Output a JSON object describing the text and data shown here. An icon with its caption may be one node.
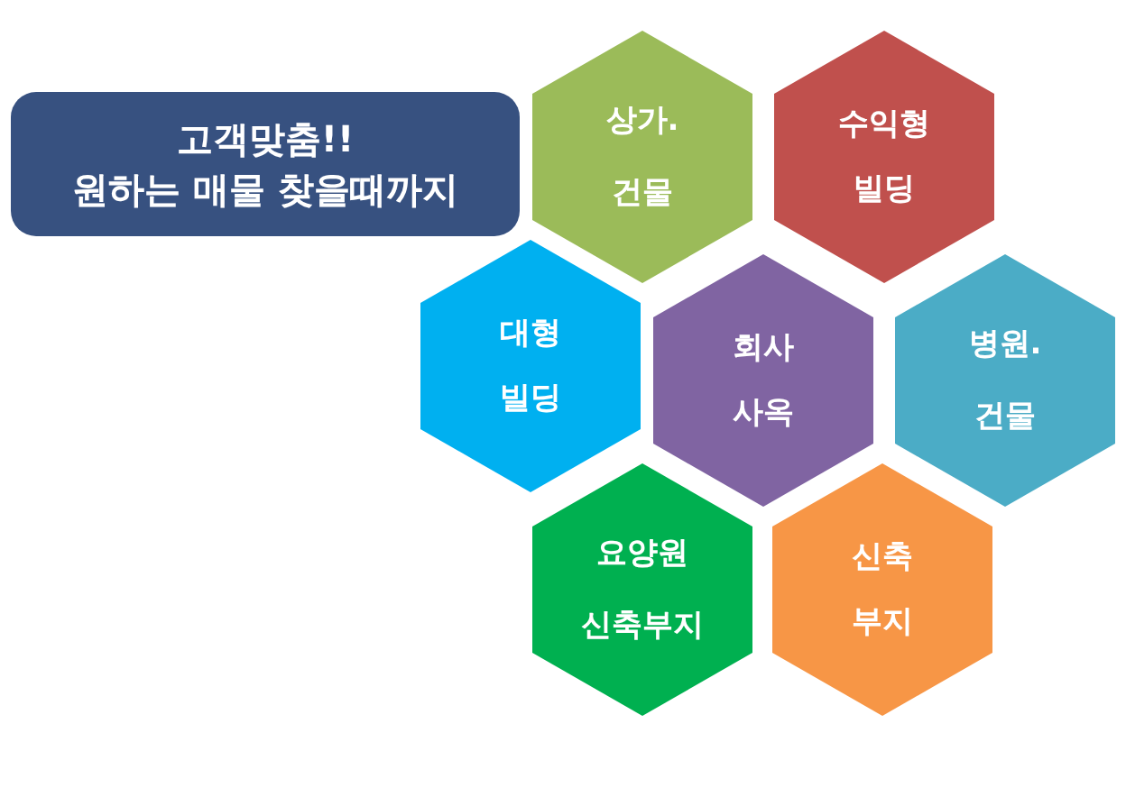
{
  "diagram": {
    "nodes": [
      {
        "text": [
          "고객맞춤!!",
          "원하는 매물 찾을때까지"
        ]
      },
      {
        "text": [
          "상가.건물"
        ]
      },
      {
        "text": [
          "수익형 빌딩"
        ]
      },
      {
        "text": [
          "대형 빌딩"
        ]
      },
      {
        "text": [
          "회사 사옥"
        ]
      },
      {
        "text": [
          "병원.건물"
        ]
      },
      {
        "text": [
          "요양원 신축부지"
        ]
      },
      {
        "text": [
          "신축 부지"
        ]
      }
    ]
  }
}
